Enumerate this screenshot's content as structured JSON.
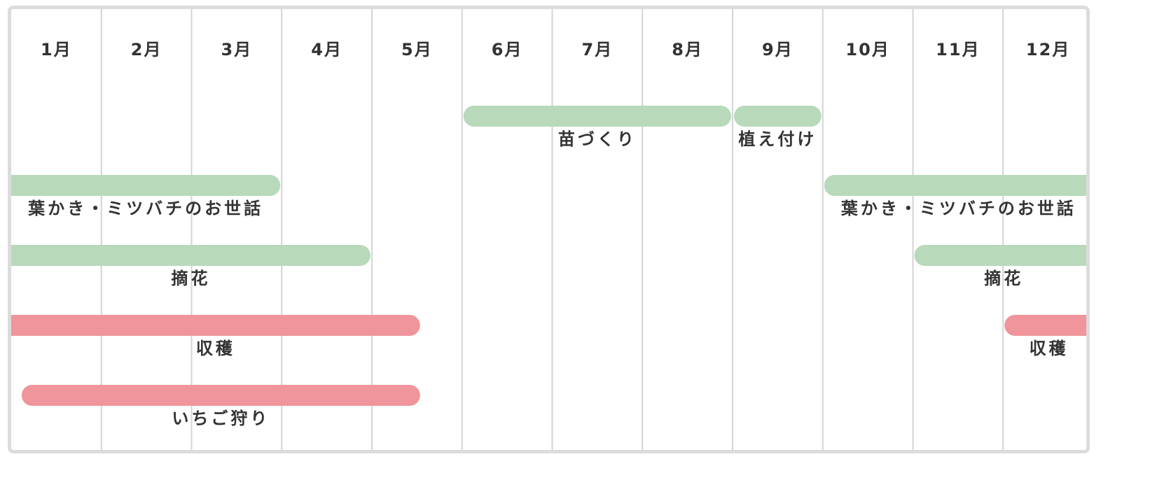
{
  "chart_data": {
    "type": "gantt",
    "months": [
      "1月",
      "2月",
      "3月",
      "4月",
      "5月",
      "6月",
      "7月",
      "8月",
      "9月",
      "10月",
      "11月",
      "12月"
    ],
    "colors": {
      "green": "#b8dabb",
      "pink": "#ef959b",
      "grid": "#d4d4d4",
      "text": "#333333"
    },
    "rows": [
      {
        "bars": [
          {
            "label": "苗づくり",
            "start": 6.0,
            "end": 9.0,
            "color": "green"
          },
          {
            "label": "植え付け",
            "start": 9.0,
            "end": 10.0,
            "color": "green"
          }
        ]
      },
      {
        "bars": [
          {
            "label": "葉かき・ミツバチのお世話",
            "start": 1.0,
            "end": 4.0,
            "color": "green"
          },
          {
            "label": "葉かき・ミツバチのお世話",
            "start": 10.0,
            "end": 13.0,
            "color": "green"
          }
        ]
      },
      {
        "bars": [
          {
            "label": "摘花",
            "start": 1.0,
            "end": 5.0,
            "color": "green"
          },
          {
            "label": "摘花",
            "start": 11.0,
            "end": 13.0,
            "color": "green"
          }
        ]
      },
      {
        "bars": [
          {
            "label": "収穫",
            "start": 1.0,
            "end": 5.55,
            "color": "pink"
          },
          {
            "label": "収穫",
            "start": 12.0,
            "end": 13.0,
            "color": "pink"
          }
        ]
      },
      {
        "bars": [
          {
            "label": "いちご狩り",
            "start": 1.1,
            "end": 5.55,
            "color": "pink"
          }
        ]
      }
    ]
  }
}
